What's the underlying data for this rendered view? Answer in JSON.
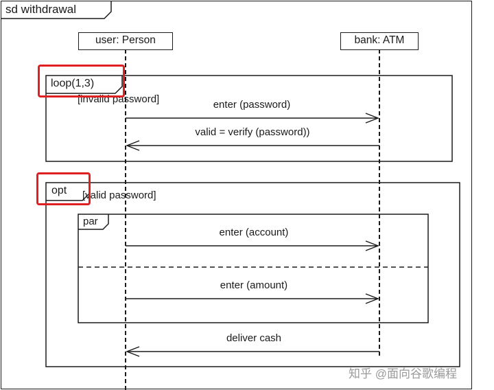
{
  "diagram": {
    "frame_label": "sd withdrawal",
    "lifelines": [
      {
        "label": "user: Person"
      },
      {
        "label": "bank: ATM"
      }
    ],
    "fragments": {
      "loop": {
        "operator": "loop(1,3)",
        "guard": "[invalid password]",
        "messages": [
          {
            "label": "enter (password)",
            "direction": "user-to-bank",
            "style": "solid"
          },
          {
            "label": "valid = verify (password))",
            "direction": "bank-to-user",
            "style": "solid"
          }
        ]
      },
      "opt": {
        "operator": "opt",
        "guard": "[valid password]",
        "par": {
          "operator": "par",
          "messages": [
            {
              "label": "enter (account)",
              "direction": "user-to-bank",
              "style": "solid"
            },
            {
              "label": "enter (amount)",
              "direction": "user-to-bank",
              "style": "solid"
            }
          ]
        },
        "messages": [
          {
            "label": "deliver cash",
            "direction": "bank-to-user",
            "style": "solid"
          }
        ]
      }
    },
    "highlight_color": "#e02020",
    "watermark": "知乎 @面向谷歌编程"
  }
}
